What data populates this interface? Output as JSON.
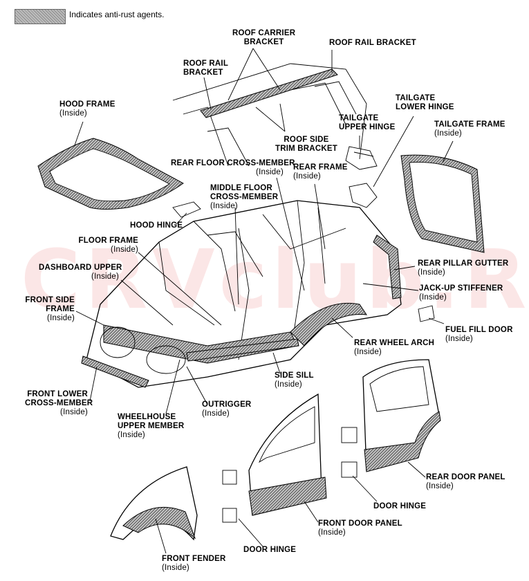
{
  "legend": {
    "text": "Indicates anti-rust agents."
  },
  "watermark": "CRVclub.RU",
  "labels": {
    "roof_carrier_bracket": {
      "title": "ROOF CARRIER\nBRACKET"
    },
    "roof_rail_bracket_top": {
      "title": "ROOF RAIL BRACKET"
    },
    "roof_rail_bracket_left": {
      "title": "ROOF RAIL\nBRACKET"
    },
    "tailgate_lower_hinge": {
      "title": "TAILGATE\nLOWER HINGE"
    },
    "hood_frame": {
      "title": "HOOD FRAME",
      "sub": "(Inside)"
    },
    "tailgate_upper_hinge": {
      "title": "TAILGATE\nUPPER HINGE"
    },
    "tailgate_frame": {
      "title": "TAILGATE FRAME",
      "sub": "(Inside)"
    },
    "roof_side_trim_bracket": {
      "title": "ROOF SIDE\nTRIM BRACKET"
    },
    "rear_floor_cross_member": {
      "title": "REAR FLOOR CROSS-MEMBER",
      "sub": "(Inside)"
    },
    "rear_frame": {
      "title": "REAR FRAME",
      "sub": "(Inside)"
    },
    "middle_floor_cross_member": {
      "title": "MIDDLE FLOOR\nCROSS-MEMBER",
      "sub": "(Inside)"
    },
    "hood_hinge": {
      "title": "HOOD HINGE"
    },
    "floor_frame": {
      "title": "FLOOR FRAME",
      "sub": "(Inside)"
    },
    "dashboard_upper": {
      "title": "DASHBOARD UPPER",
      "sub": "(Inside)"
    },
    "rear_pillar_gutter": {
      "title": "REAR PILLAR GUTTER",
      "sub": "(Inside)"
    },
    "jack_up_stiffener": {
      "title": "JACK-UP STIFFENER",
      "sub": "(Inside)"
    },
    "front_side_frame": {
      "title": "FRONT SIDE\nFRAME",
      "sub": "(Inside)"
    },
    "fuel_fill_door": {
      "title": "FUEL FILL DOOR",
      "sub": "(Inside)"
    },
    "rear_wheel_arch": {
      "title": "REAR WHEEL ARCH",
      "sub": "(Inside)"
    },
    "side_sill": {
      "title": "SIDE SILL",
      "sub": "(Inside)"
    },
    "front_lower_cross_member": {
      "title": "FRONT LOWER\nCROSS-MEMBER",
      "sub": "(Inside)"
    },
    "outrigger": {
      "title": "OUTRIGGER",
      "sub": "(Inside)"
    },
    "wheelhouse_upper_member": {
      "title": "WHEELHOUSE\nUPPER MEMBER",
      "sub": "(Inside)"
    },
    "rear_door_panel": {
      "title": "REAR DOOR PANEL",
      "sub": "(Inside)"
    },
    "door_hinge_right": {
      "title": "DOOR HINGE"
    },
    "front_door_panel": {
      "title": "FRONT DOOR PANEL",
      "sub": "(Inside)"
    },
    "door_hinge_bottom": {
      "title": "DOOR HINGE"
    },
    "front_fender": {
      "title": "FRONT FENDER",
      "sub": "(Inside)"
    }
  }
}
